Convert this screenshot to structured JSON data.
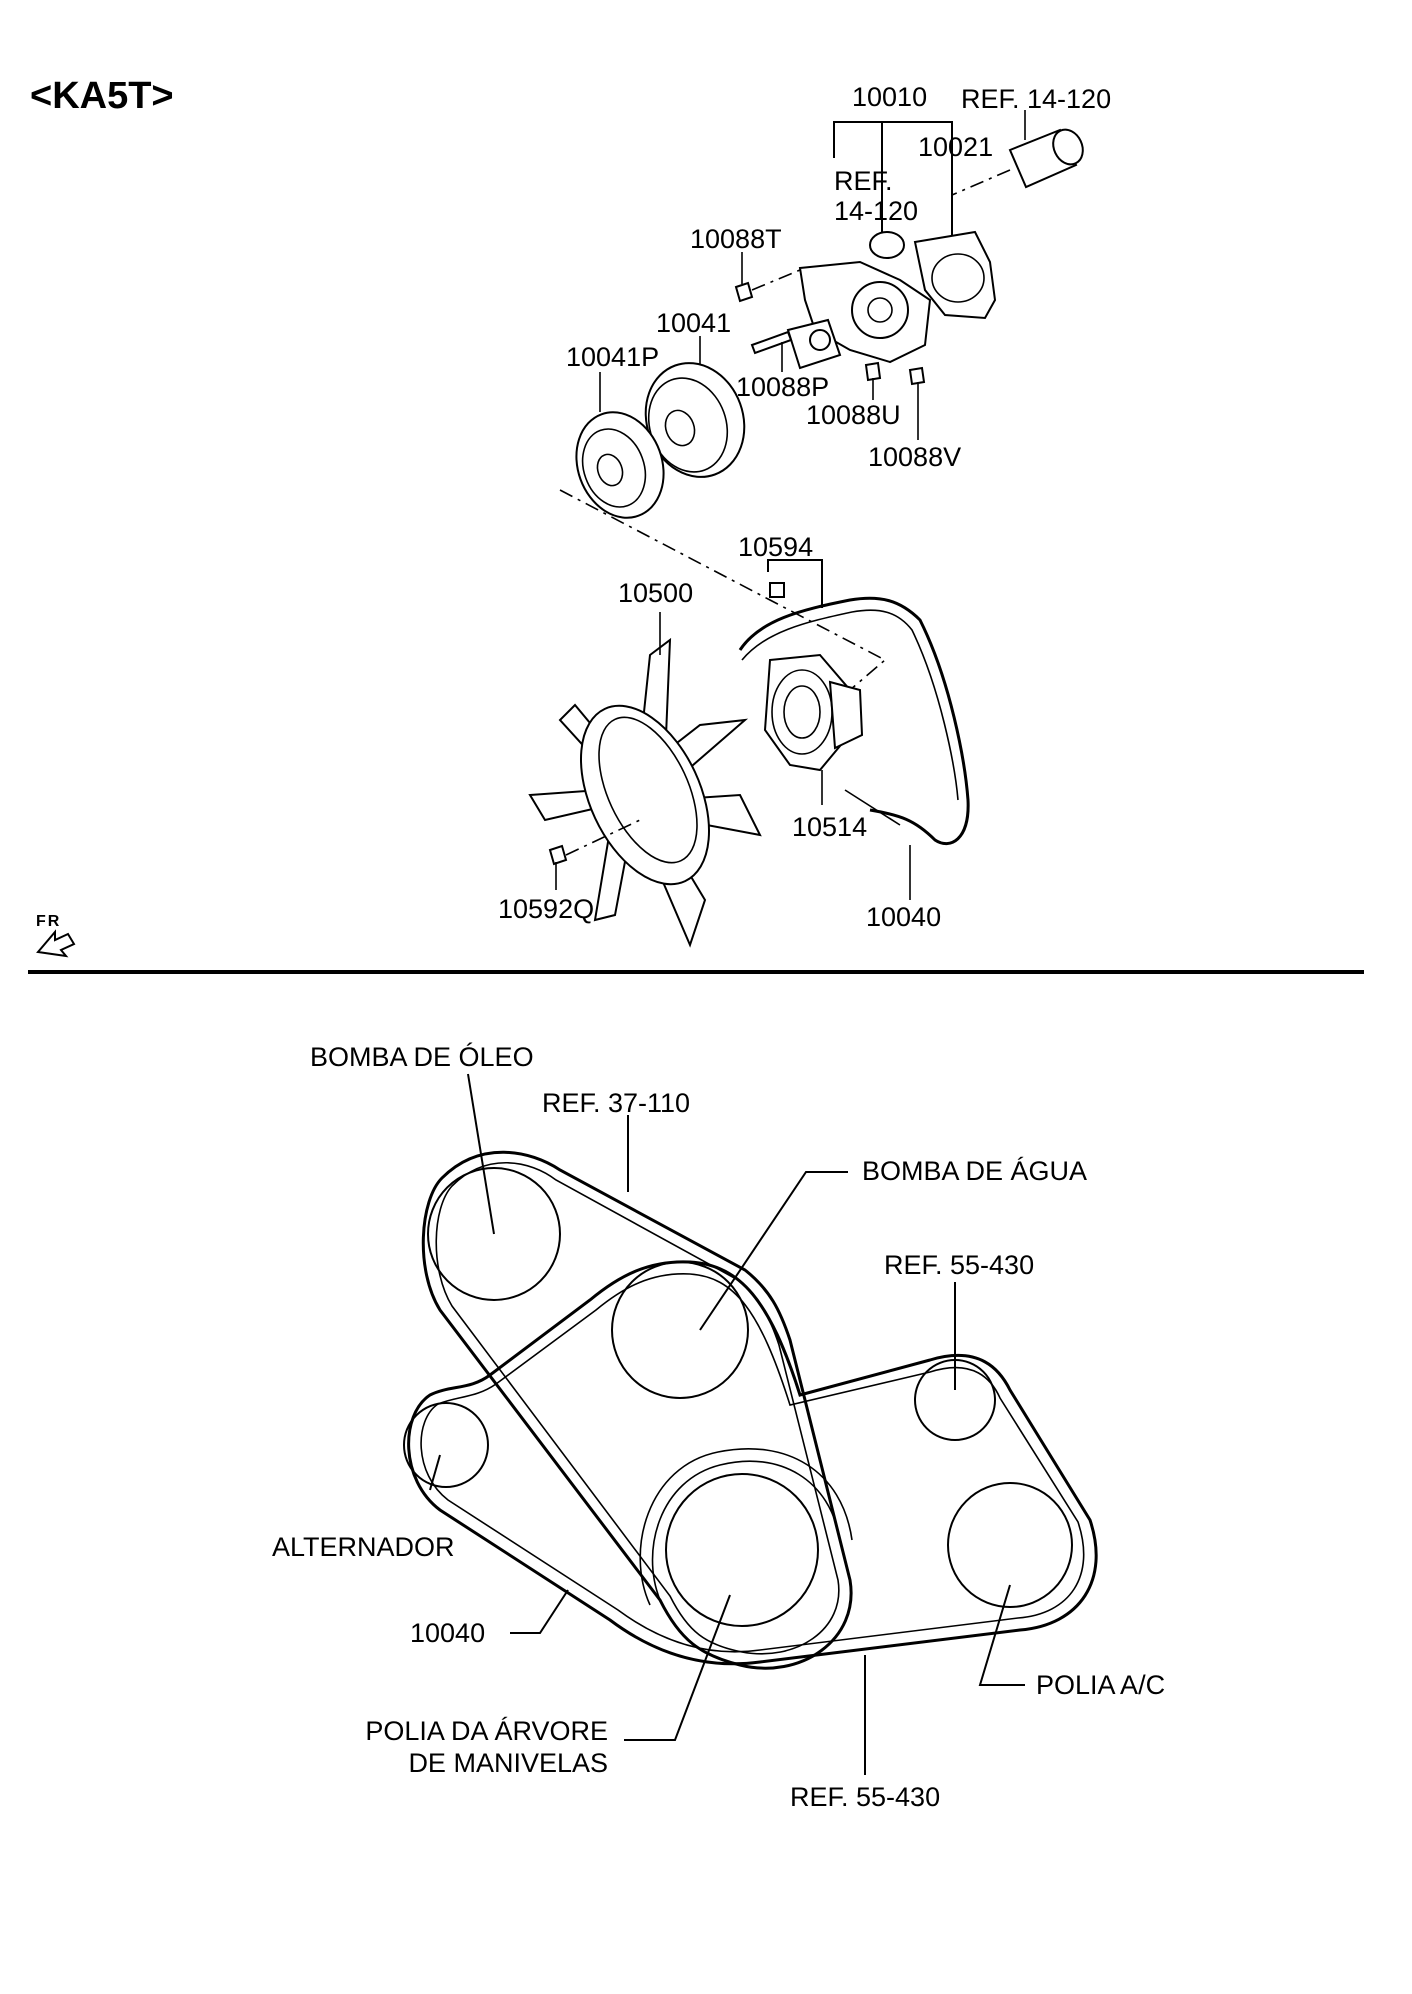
{
  "header": {
    "model_code": "<KA5T>",
    "front_marker": "FR"
  },
  "upper_labels": {
    "ref_10010": "10010",
    "ref_14_120_top": "REF. 14-120",
    "ref_10021": "10021",
    "ref_14_120_mid_a": "REF.",
    "ref_14_120_mid_b": "14-120",
    "ref_10088T": "10088T",
    "ref_10041": "10041",
    "ref_10041P": "10041P",
    "ref_10088P": "10088P",
    "ref_10088U": "10088U",
    "ref_10088V": "10088V",
    "ref_10594": "10594",
    "ref_10500": "10500",
    "ref_10514": "10514",
    "ref_10592Q": "10592Q",
    "ref_10040": "10040"
  },
  "lower_labels": {
    "oil_pump": "BOMBA DE ÓLEO",
    "ref_37_110": "REF. 37-110",
    "water_pump": "BOMBA DE ÁGUA",
    "ref_55_430_top": "REF. 55-430",
    "alternator": "ALTERNADOR",
    "belt_10040": "10040",
    "crankshaft_line1": "POLIA DA ÁRVORE",
    "crankshaft_line2": "DE MANIVELAS",
    "ac_pulley": "POLIA A/C",
    "ref_55_430_bottom": "REF. 55-430"
  }
}
